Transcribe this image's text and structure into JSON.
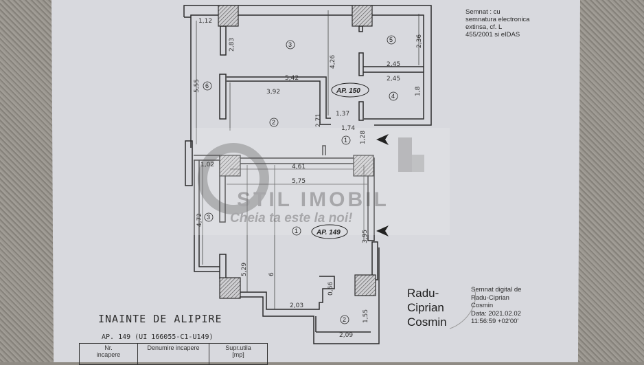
{
  "electronic_signature_note": [
    "Semnat : cu",
    "semnatura electronica",
    "extinsa, cf. L",
    "455/2001 si eIDAS"
  ],
  "signer_name": [
    "Radu-",
    "Ciprian",
    "Cosmin"
  ],
  "digital_signature": [
    "Semnat digital de",
    "Radu-Ciprian",
    "Cosmin",
    "Data: 2021.02.02",
    "11:56:59 +02'00'"
  ],
  "plan_title": "INAINTE DE ALIPIRE",
  "unit_caption": "AP. 149 (UI 166055-C1-U149)",
  "table_headers": [
    "Nr.\nincapere",
    "Denumire incapere",
    "Supr.utila\n[mp]"
  ],
  "apartments": [
    "AP. 150",
    "AP. 149"
  ],
  "room_numbers": [
    "3",
    "5",
    "6",
    "4",
    "2",
    "1",
    "1",
    "3",
    "2"
  ],
  "dimensions": [
    "1,12",
    "2,83",
    "4,26",
    "2,36",
    "2,45",
    "5,42",
    "2,45",
    "5,55",
    "3,92",
    "1,8",
    "2,71",
    "1,37",
    "1,74",
    "1,28",
    "1,02",
    "4,61",
    "5,75",
    "4,72",
    "5,29",
    "6",
    "3,95",
    "0,66",
    "2,03",
    "1,55",
    "2,09"
  ],
  "watermark": {
    "brand": "STIL IMOBIL",
    "slogan": "Cheia ta este la noi!"
  },
  "colors": {
    "paper": "#d8d9de",
    "ink": "#2b2b2b",
    "hatch": "#555555",
    "watermark": "#7a7a7a"
  }
}
